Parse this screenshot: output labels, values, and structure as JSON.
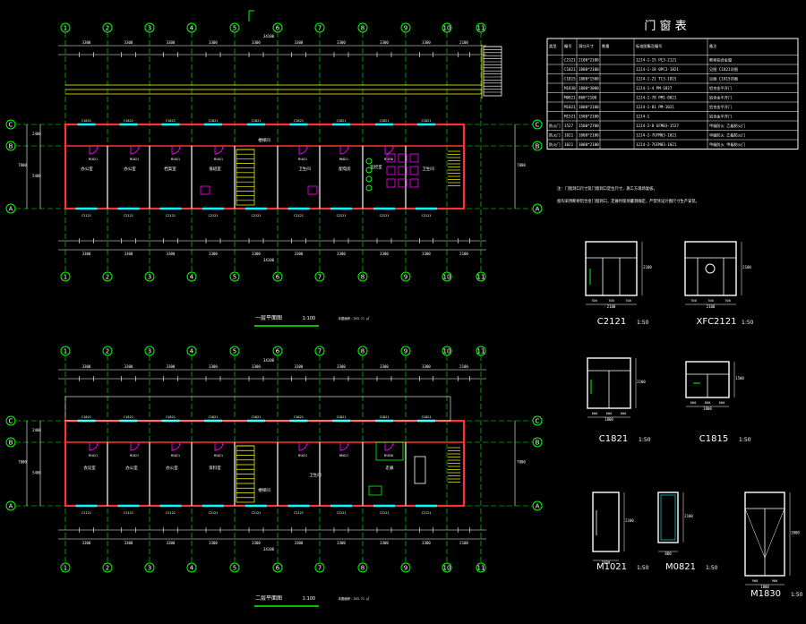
{
  "colors": {
    "background": "#000000",
    "axis": "#00ff00",
    "wall": "#ff3333",
    "door": "#ff00ff",
    "window": "#00ffff",
    "dimension": "#ffffff",
    "furniture": "#ffff00"
  },
  "axis_labels": [
    "1",
    "2",
    "3",
    "4",
    "5",
    "6",
    "7",
    "8",
    "9",
    "10",
    "11"
  ],
  "row_labels": [
    "C",
    "B",
    "A"
  ],
  "plans": {
    "first": {
      "title": "一层平面图",
      "scale": "1:100",
      "note": "本图面积：253.71 ㎡"
    },
    "second": {
      "title": "二层平面图",
      "scale": "1:100",
      "note": "本图面积：253.71 ㎡"
    }
  },
  "dimensions": {
    "total_length": "34100",
    "bay_widths": [
      "3300",
      "3300",
      "3300",
      "3300",
      "3300",
      "3300",
      "3300",
      "3300",
      "3300",
      "2100"
    ],
    "end_left": "3300",
    "end_right": "2100",
    "depth_total": "7800",
    "depth_ab": "5400",
    "depth_bc": "2400"
  },
  "first_floor_rooms": [
    "办公室",
    "办公室",
    "档案室",
    "值班室",
    "卫生间",
    "配电房",
    "监控室",
    "卫生间"
  ],
  "first_floor_label_stairs": "楼梯间",
  "second_floor_rooms": [
    "会议室",
    "办公室",
    "办公室",
    "资料室",
    "卫生间",
    "走廊"
  ],
  "second_floor_label_stairs": "楼梯间",
  "window_tags_front": [
    "C2121",
    "C2121",
    "C2121",
    "C2121",
    "C2121",
    "C2121",
    "C2121",
    "C2121",
    "C2121"
  ],
  "window_tags_back": [
    "C1821",
    "C1821",
    "C1821",
    "C1821",
    "C1821",
    "C1821",
    "C1821",
    "C1821",
    "C1821"
  ],
  "door_tags": [
    "M1021",
    "M1021",
    "M1021",
    "M1021",
    "M1021",
    "M0821",
    "M1830"
  ],
  "door_window_table": {
    "title": "门  窗  表",
    "headers": [
      "类型",
      "编号",
      "洞口尺寸",
      "数量",
      "标准图集及编号",
      "备注"
    ],
    "rows": [
      [
        "",
        "C2121",
        "2100*2100",
        "",
        "12J4-1-15  PC3-2121",
        "断桥铝合金窗"
      ],
      [
        "",
        "C1821",
        "1800*2100",
        "",
        "12J4-1-18  0PC3-1821",
        "见图  C1821详图"
      ],
      [
        "",
        "C1815",
        "1800*1500",
        "",
        "12J4-1-21  TC3-1815",
        "见图  C1815详图"
      ],
      [
        "",
        "M1830",
        "1800*3000",
        "",
        "12J4-1-4  PM-1827",
        "铝合金平开门"
      ],
      [
        "",
        "M0821",
        "800*2100",
        "",
        "12J4-1-78  PM1-0821",
        "铝合金平开门"
      ],
      [
        "",
        "M1021",
        "1000*2100",
        "",
        "12J4-1-81  PM-1021",
        "铝合金平开门"
      ],
      [
        "",
        "M1521",
        "1500*2100",
        "",
        "12J4-1",
        "铝合金平开门"
      ],
      [
        "防火门",
        "1527",
        "1500*2700",
        "",
        "12J4-2-8 GFM03-1527",
        "甲级防火  乙级防火门"
      ],
      [
        "防火门",
        "1021",
        "1000*2100",
        "",
        "12J4-2-7GFM03-1021",
        "甲级防火  乙级防火门"
      ],
      [
        "防火门",
        "1021",
        "1000*2100",
        "",
        "12J4-2-7GFM03-1021",
        "甲级防火  甲级防火门"
      ]
    ]
  },
  "notes": [
    "注：门窗洞口尺寸及门窗洞口定位尺寸，施工方现场复核，",
    "窗均采用断桥铝合金门窗洞口，定做时现场量测确定，严禁凭设计图尺寸生产安装。"
  ],
  "details": [
    {
      "name": "C2121",
      "scale": "1:50",
      "w": "2100",
      "h": "2100",
      "sub": [
        "700",
        "700",
        "700"
      ]
    },
    {
      "name": "XFC2121",
      "scale": "1:50",
      "w": "2100",
      "h": "2100",
      "sub": [
        "700",
        "700",
        "700"
      ]
    },
    {
      "name": "C1821",
      "scale": "1:50",
      "w": "1800",
      "h": "2100",
      "sub": [
        "600",
        "600",
        "600"
      ]
    },
    {
      "name": "C1815",
      "scale": "1:50",
      "w": "1800",
      "h": "1500",
      "sub": [
        "600",
        "600",
        "600"
      ]
    },
    {
      "name": "M1021",
      "scale": "1:50",
      "w": "1000",
      "h": "2100",
      "sub": []
    },
    {
      "name": "M0821",
      "scale": "1:50",
      "w": "800",
      "h": "2100",
      "sub": []
    },
    {
      "name": "M1830",
      "scale": "1:50",
      "w": "1800",
      "h": "3000",
      "sub": [
        "900",
        "900"
      ]
    }
  ]
}
